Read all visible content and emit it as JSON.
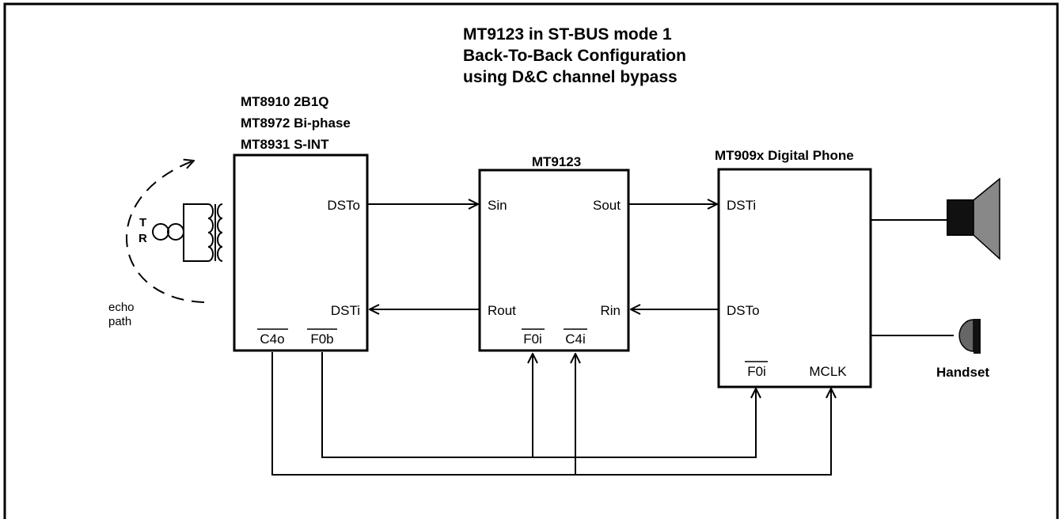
{
  "title": {
    "line1": "MT9123 in ST-BUS mode 1",
    "line2": "Back-To-Back Configuration",
    "line3": "using D&C channel bypass"
  },
  "left_device": {
    "heading1": "MT8910 2B1Q",
    "heading2": "MT8972 Bi-phase",
    "heading3": "MT8931 S-INT",
    "pin_dsto": "DSTo",
    "pin_dsti": "DSTi",
    "pin_c4o": "C4o",
    "pin_f0b": "F0b"
  },
  "line_interface": {
    "t_label": "T",
    "r_label": "R",
    "echo_line1": "echo",
    "echo_line2": "path"
  },
  "mt9123": {
    "heading": "MT9123",
    "pin_sin": "Sin",
    "pin_sout": "Sout",
    "pin_rout": "Rout",
    "pin_rin": "Rin",
    "pin_f0i": "F0i",
    "pin_c4i": "C4i"
  },
  "phone": {
    "heading": "MT909x Digital Phone",
    "pin_dsti": "DSTi",
    "pin_dsto": "DSTo",
    "pin_f0i": "F0i",
    "pin_mclk": "MCLK"
  },
  "handset_label": "Handset",
  "colors": {
    "speaker_body": "#111111",
    "speaker_cone": "#888888",
    "handset": "#666666"
  }
}
